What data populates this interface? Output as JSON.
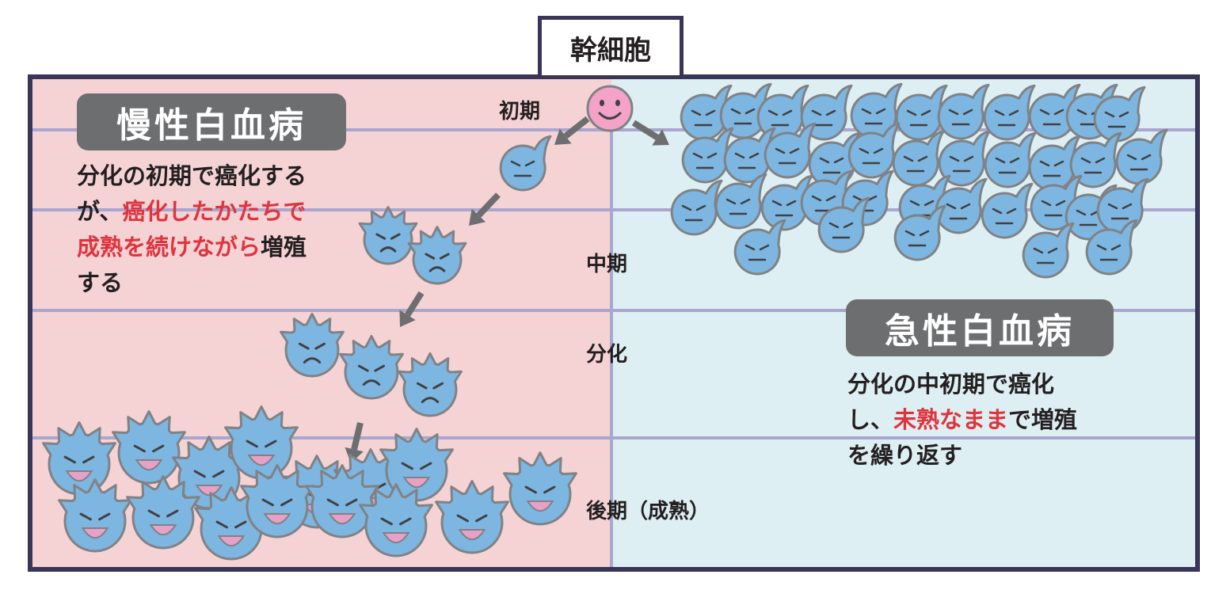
{
  "stem_label": "幹細胞",
  "stages": {
    "early": "初期",
    "middle": "中期",
    "differentiation": "分化",
    "late": "後期（成熟）"
  },
  "chronic": {
    "title": "慢性白血病",
    "lines": [
      [
        {
          "t": "分化の初期で癌化する",
          "red": false
        }
      ],
      [
        {
          "t": "が、",
          "red": false
        },
        {
          "t": "癌化したかたちで",
          "red": true
        }
      ],
      [
        {
          "t": "成熟を続けながら",
          "red": true
        },
        {
          "t": "増殖",
          "red": false
        }
      ],
      [
        {
          "t": "する",
          "red": false
        }
      ]
    ]
  },
  "acute": {
    "title": "急性白血病",
    "lines": [
      [
        {
          "t": "分化の中初期で癌化",
          "red": false
        }
      ],
      [
        {
          "t": "し、",
          "red": false
        },
        {
          "t": "未熟なまま",
          "red": true
        },
        {
          "t": "で増殖",
          "red": false
        }
      ],
      [
        {
          "t": "を繰り返す",
          "red": false
        }
      ]
    ]
  },
  "colors": {
    "chronic_bg": "#f5d3d4",
    "acute_bg": "#ddeff2",
    "frame": "#383558",
    "grid": "#a9a6cf",
    "cell": "#7db6e1",
    "cell_stroke": "#808285",
    "face": "#414042",
    "mouth": "#e8a1c6",
    "stem": "#f2a3c7",
    "highlight": "#e0333d"
  }
}
